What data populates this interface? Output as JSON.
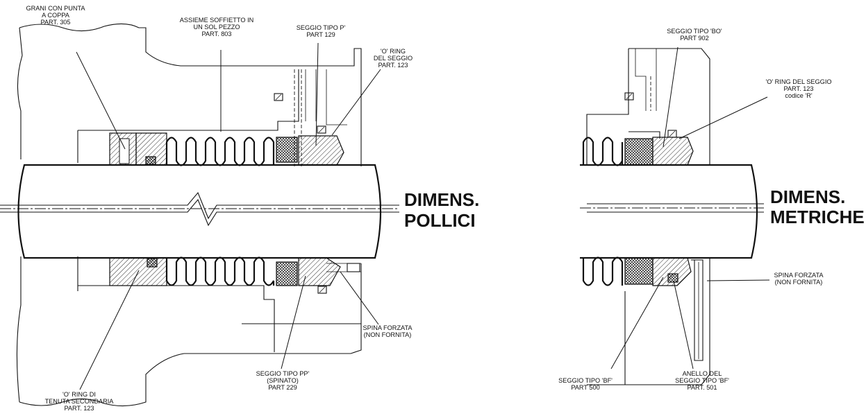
{
  "left_view": {
    "heading_line1": "DIMENS.",
    "heading_line2": "POLLICI",
    "labels": {
      "set_screws": [
        "GRANI CON PUNTA",
        "A COPPA",
        "PART. 305"
      ],
      "bellows": [
        "ASSIEME SOFFIETTO IN",
        "UN SOL PEZZO",
        "PART. 803"
      ],
      "seat_p": [
        "SEGGIO TIPO  P'",
        "PART  129"
      ],
      "seat_oring": [
        "'O' RING",
        "DEL SEGGIO",
        "PART. 123"
      ],
      "secondary_oring": [
        "'O' RING DI",
        "TENUTA SECONDARIA",
        "PART. 123"
      ],
      "seat_pp": [
        "SEGGIO TIPO  PP'",
        "(SPINATO)",
        "PART  229"
      ],
      "pin": [
        "SPINA FORZATA",
        "(NON FORNITA)"
      ]
    }
  },
  "right_view": {
    "heading_line1": "DIMENS.",
    "heading_line2": "METRICHE",
    "labels": {
      "seat_bo": [
        "SEGGIO TIPO 'BO'",
        "PART  902"
      ],
      "seat_oring_r": [
        "'O' RING DEL SEGGIO",
        "PART. 123",
        "codice 'R'"
      ],
      "pin": [
        "SPINA FORZATA",
        "(NON FORNITA)"
      ],
      "seat_bf": [
        "SEGGIO TIPO 'BF'",
        "PART  500"
      ],
      "seat_bf_ring": [
        "ANELLO DEL",
        "SEGGIO TIPO 'BF'",
        "PART. 501"
      ]
    }
  }
}
